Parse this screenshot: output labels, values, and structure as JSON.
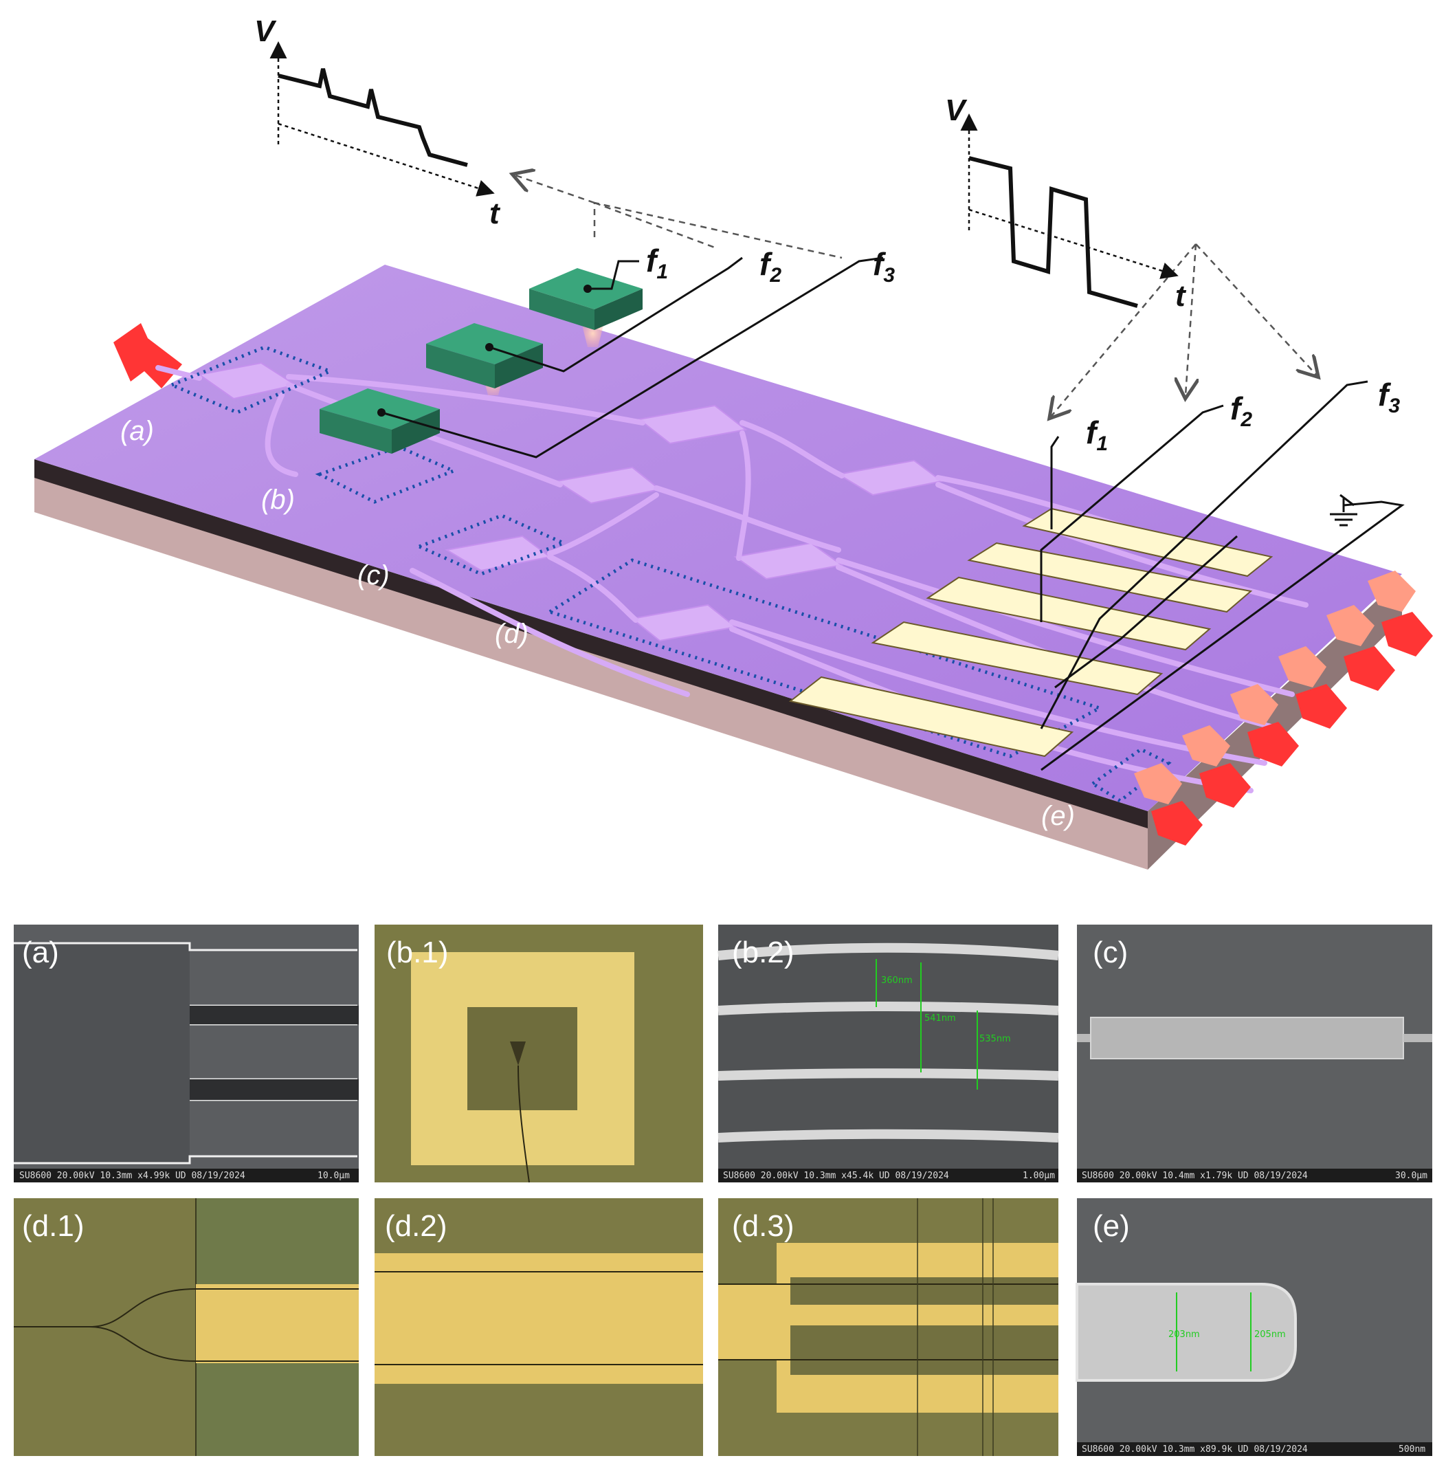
{
  "waveform_left": {
    "v_label": "V",
    "t_label": "t"
  },
  "waveform_right": {
    "v_label": "V",
    "t_label": "t"
  },
  "signals_top": {
    "f1": "f",
    "f1_sub": "1",
    "f2": "f",
    "f2_sub": "2",
    "f3": "f",
    "f3_sub": "3"
  },
  "signals_right": {
    "f1": "f",
    "f1_sub": "1",
    "f2": "f",
    "f2_sub": "2",
    "f3": "f",
    "f3_sub": "3"
  },
  "chip_labels": {
    "a": "(a)",
    "b": "(b)",
    "c": "(c)",
    "d": "(d)",
    "e": "(e)"
  },
  "panels": {
    "a": {
      "label": "(a)",
      "footer": "SU8600 20.00kV 10.3mm x4.99k UD 08/19/2024",
      "scale": "10.0µm"
    },
    "b1": {
      "label": "(b.1)"
    },
    "b2": {
      "label": "(b.2)",
      "footer": "SU8600 20.00kV 10.3mm x45.4k UD 08/19/2024",
      "scale": "1.00µm",
      "m1": "360nm",
      "m2": "541nm",
      "m3": "535nm"
    },
    "c": {
      "label": "(c)",
      "footer": "SU8600 20.00kV 10.4mm x1.79k UD 08/19/2024",
      "scale": "30.0µm"
    },
    "d1": {
      "label": "(d.1)"
    },
    "d2": {
      "label": "(d.2)"
    },
    "d3": {
      "label": "(d.3)"
    },
    "e": {
      "label": "(e)",
      "footer": "SU8600 20.00kV 10.3mm x89.9k UD 08/19/2024",
      "scale": "500nm",
      "m1": "203nm",
      "m2": "205nm"
    }
  },
  "colors": {
    "chip_top": "#b98fe6",
    "chip_side": "#3a2f33",
    "chip_base": "#c8a9a9",
    "waveguide": "#d4a9f5",
    "heater": "#2e8a66",
    "electrode": "#fff8cf",
    "laser": "#ff3b3b",
    "dotted": "#1a4fa8",
    "sem_bg": "#5b5d60",
    "micro_bg": "#7c7a45",
    "gold": "#e9c96a"
  }
}
